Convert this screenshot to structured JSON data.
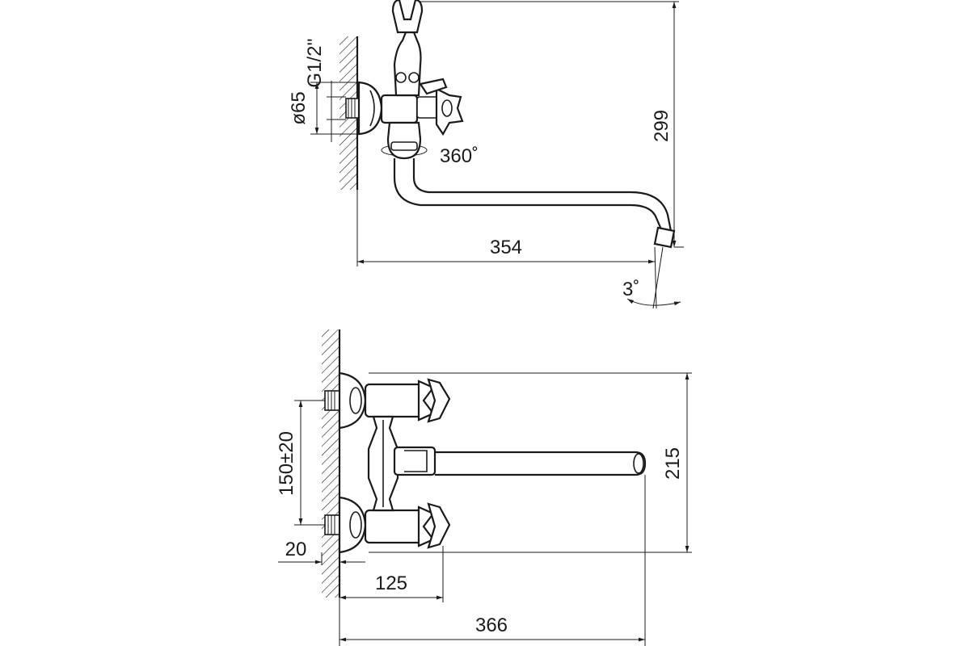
{
  "drawing": {
    "side_view": {
      "thread_label": "G1/2''",
      "flange_diameter_label": "ø65",
      "height_label": "299",
      "rotation_label": "360˚",
      "reach_label": "354",
      "angle_label": "3˚"
    },
    "front_view": {
      "spacing_label": "150±20",
      "height_label": "215",
      "thread_depth_label": "20",
      "handle_depth_label": "125",
      "total_reach_label": "366"
    }
  }
}
